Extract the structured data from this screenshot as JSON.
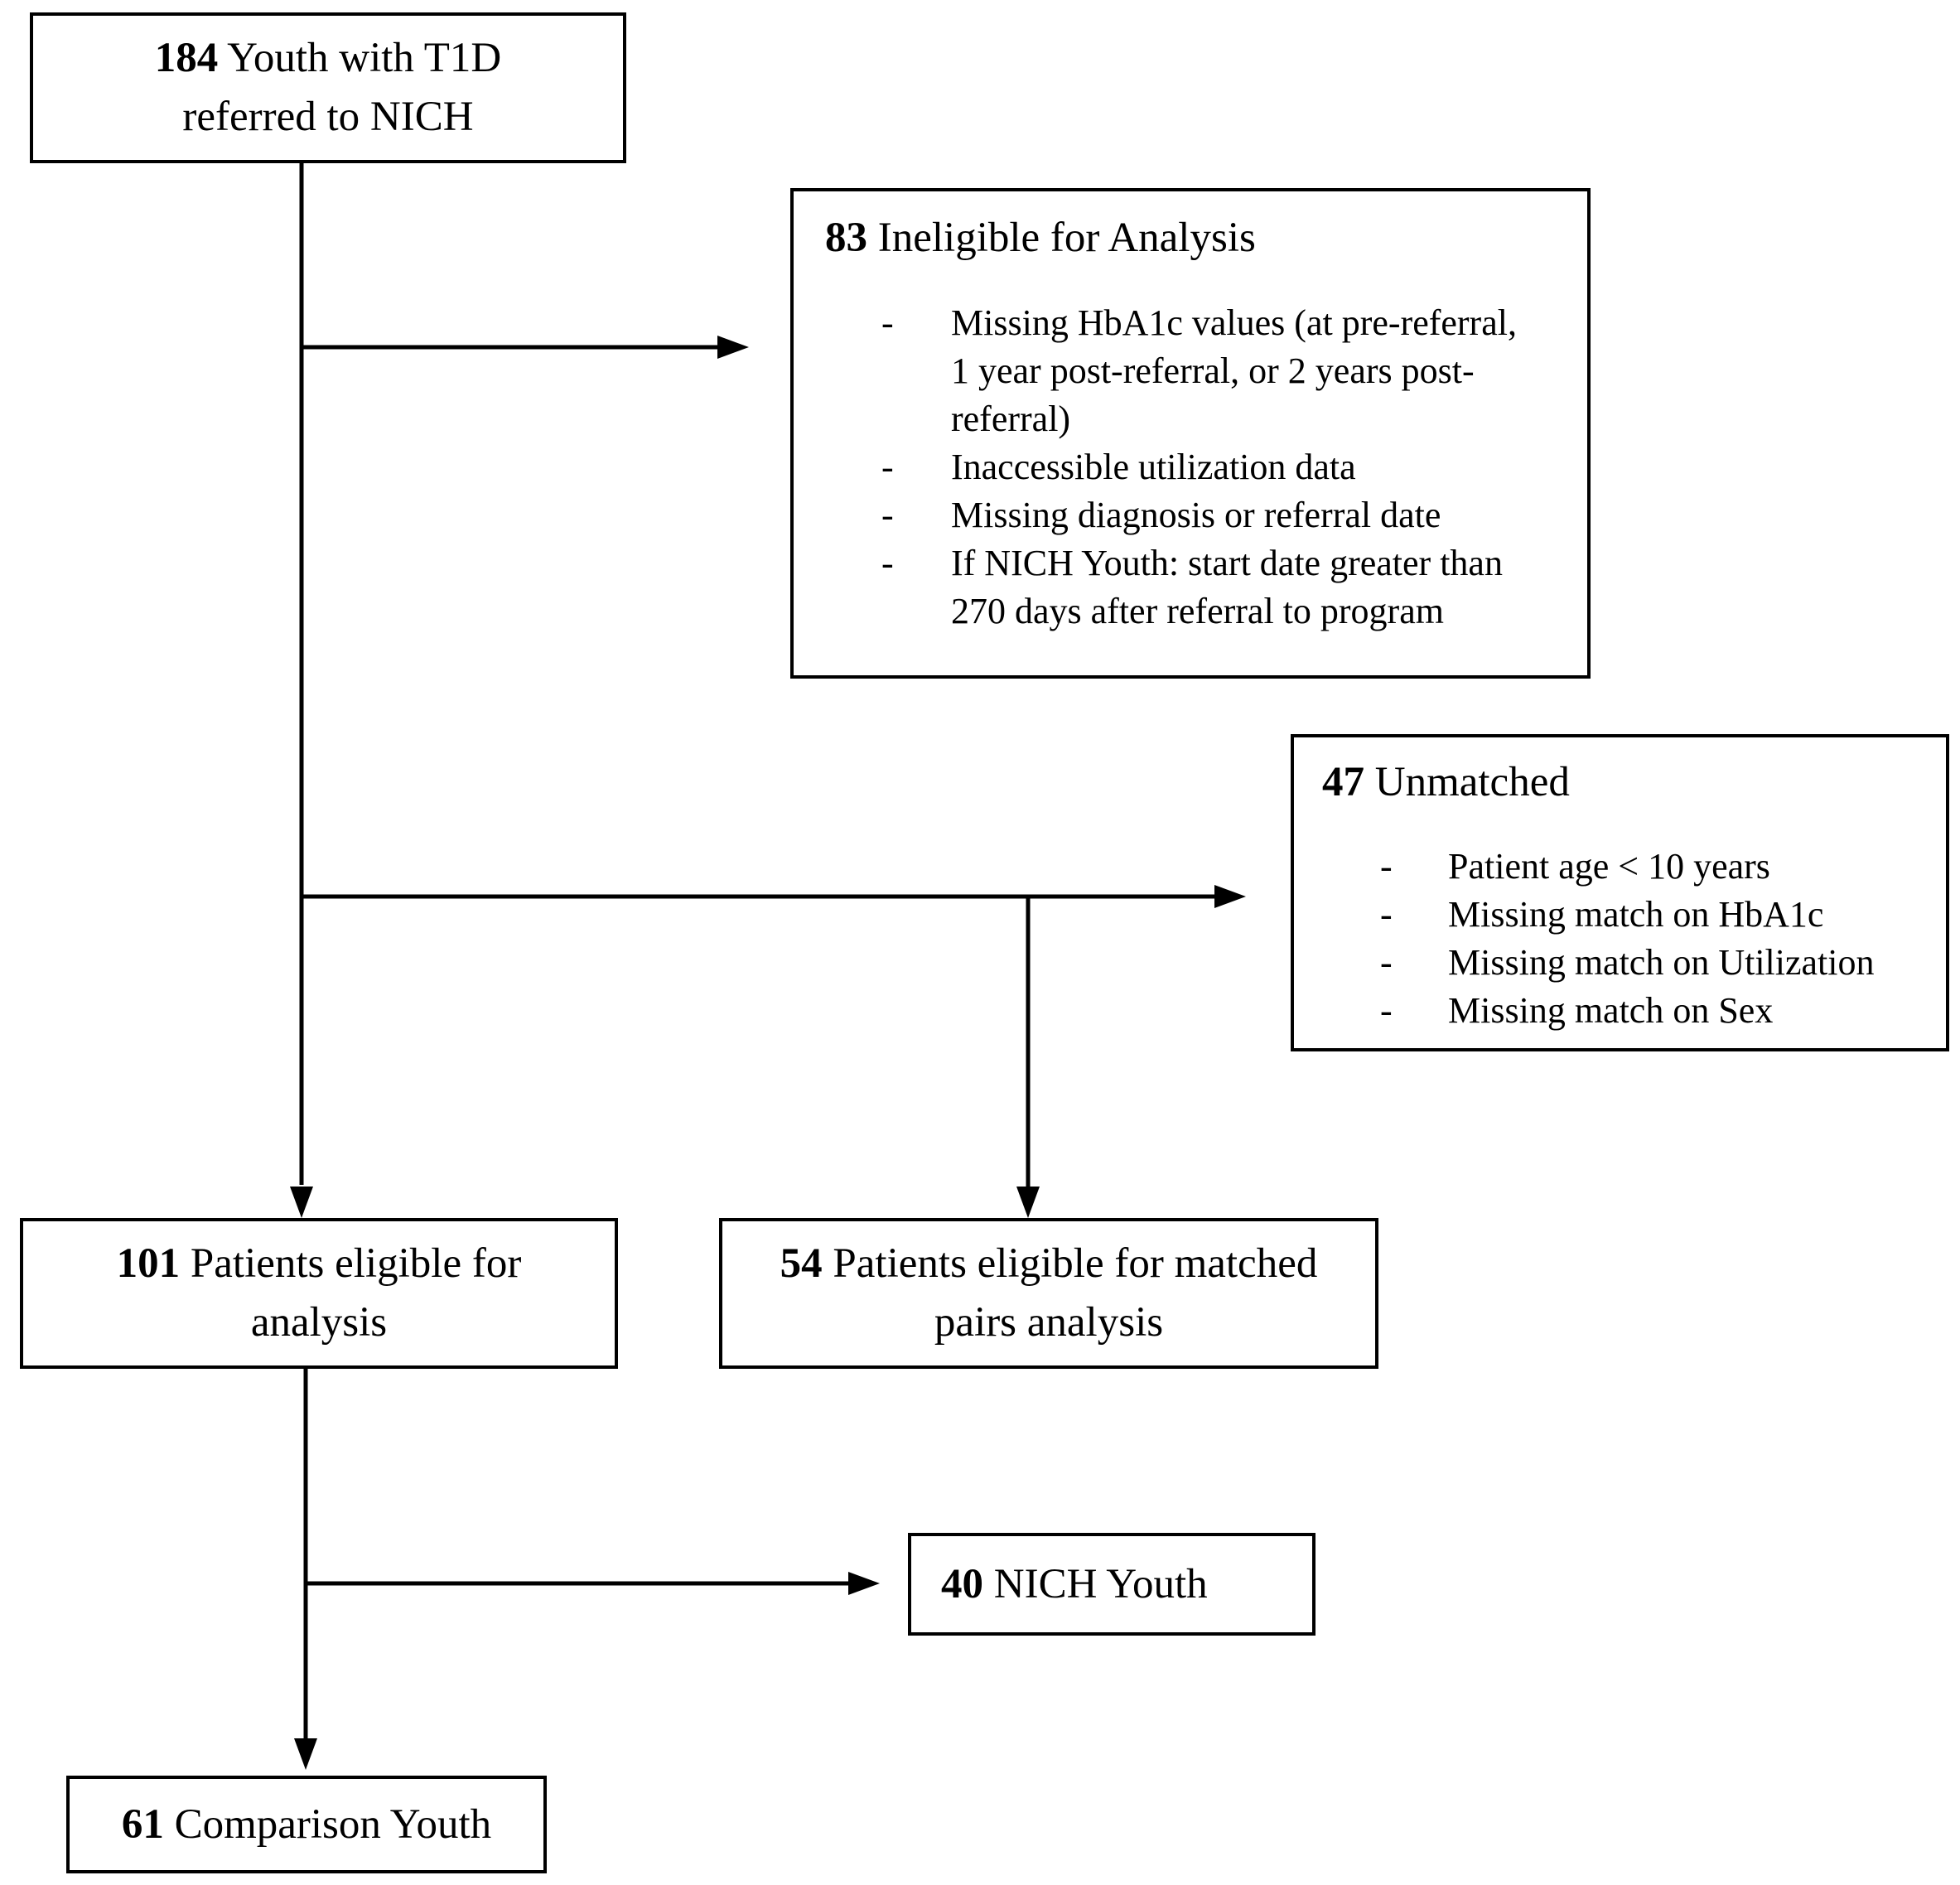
{
  "nodes": {
    "referred": {
      "count": "184",
      "text_line1": " Youth with T1D",
      "text_line2": "referred to NICH"
    },
    "ineligible": {
      "count": "83",
      "title": " Ineligible for Analysis",
      "items": [
        {
          "dash": "-",
          "lines": [
            "Missing HbA1c values (at pre-referral,",
            "1 year post-referral, or 2 years post-",
            "referral)"
          ]
        },
        {
          "dash": "-",
          "lines": [
            "Inaccessible utilization data"
          ]
        },
        {
          "dash": "-",
          "lines": [
            "Missing diagnosis or referral date"
          ]
        },
        {
          "dash": "-",
          "lines": [
            "If NICH Youth: start date greater than",
            "270 days after referral to program"
          ]
        }
      ]
    },
    "unmatched": {
      "count": "47",
      "title": " Unmatched",
      "items": [
        {
          "dash": "-",
          "lines": [
            "Patient age < 10 years"
          ]
        },
        {
          "dash": "-",
          "lines": [
            "Missing match on HbA1c"
          ]
        },
        {
          "dash": "-",
          "lines": [
            "Missing match on Utilization"
          ]
        },
        {
          "dash": "-",
          "lines": [
            "Missing match on Sex"
          ]
        }
      ]
    },
    "eligible": {
      "count": "101",
      "text_line1": " Patients eligible for",
      "text_line2": "analysis"
    },
    "matched": {
      "count": "54",
      "text_line1": " Patients eligible for matched",
      "text_line2": "pairs analysis"
    },
    "nich": {
      "count": "40",
      "text_line1": " NICH Youth"
    },
    "comparison": {
      "count": "61",
      "text_line1": " Comparison Youth"
    }
  }
}
